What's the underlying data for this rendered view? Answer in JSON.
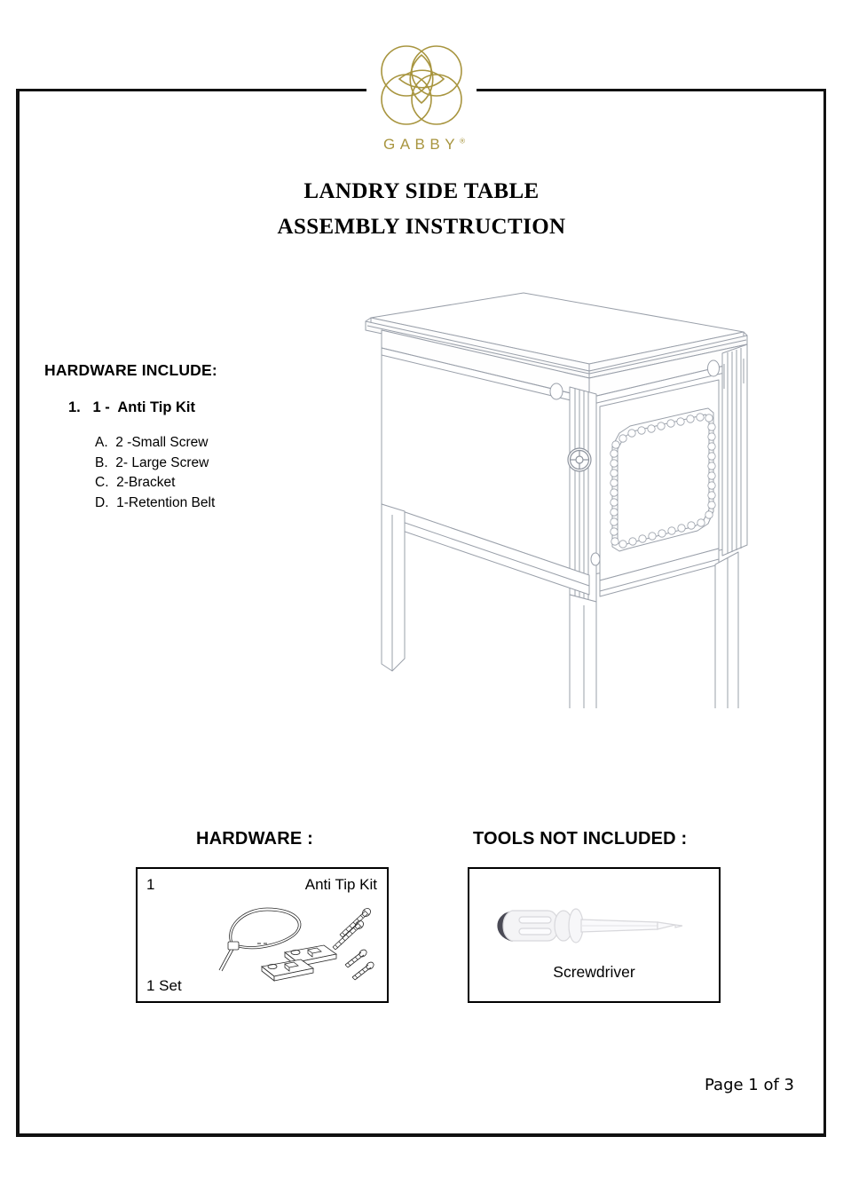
{
  "brand": {
    "logo_icon": "gabby-flower-logo",
    "wordmark": "GABBY",
    "registered_mark": "®",
    "color": "#A8953F"
  },
  "title": {
    "line1": "LANDRY SIDE TABLE",
    "line2": "ASSEMBLY INSTRUCTION"
  },
  "hardware_include": {
    "heading": "HARDWARE INCLUDE:",
    "item": "1.   1 -  Anti Tip Kit",
    "parts": [
      "A.  2 -Small Screw",
      "B.  2- Large Screw",
      "C.  2-Bracket",
      "D.  1-Retention Belt"
    ]
  },
  "product": {
    "illustration_name": "landry-side-table-line-drawing"
  },
  "hardware_section": {
    "heading": "HARDWARE :",
    "quantity": "1",
    "part_name": "Anti Tip Kit",
    "set_label": "1 Set",
    "art_name": "anti-tip-kit-parts"
  },
  "tools_section": {
    "heading": "TOOLS NOT INCLUDED :",
    "tool_label": "Screwdriver",
    "art_name": "screwdriver-icon"
  },
  "footer": {
    "page_text": "Page 1 of 3"
  }
}
